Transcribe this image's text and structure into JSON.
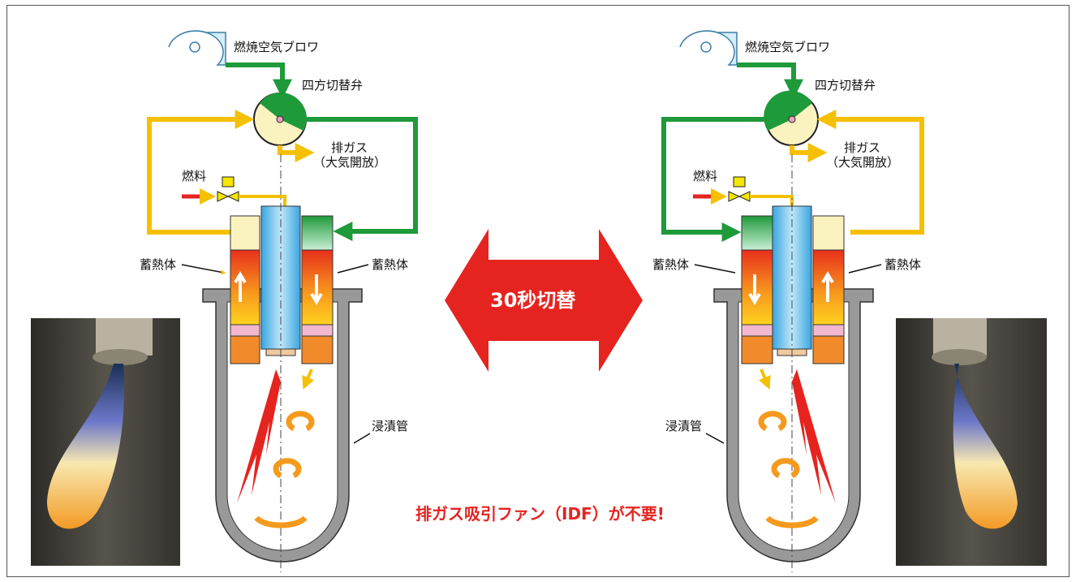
{
  "left": {
    "blower_label": "燃焼空気ブロワ",
    "valve_label": "四方切替弁",
    "exhaust_label_1": "排ガス",
    "exhaust_label_2": "（大気開放）",
    "fuel_label": "燃料",
    "regen_label_left": "蓄熱体",
    "regen_label_right": "蓄熱体",
    "tube_label": "浸漬管"
  },
  "right": {
    "blower_label": "燃焼空気ブロワ",
    "valve_label": "四方切替弁",
    "exhaust_label_1": "排ガス",
    "exhaust_label_2": "（大気開放）",
    "fuel_label": "燃料",
    "regen_label_left": "蓄熱体",
    "regen_label_right": "蓄熱体",
    "tube_label": "浸漬管"
  },
  "switch_label": "30秒切替",
  "note": "排ガス吸引ファン（IDF）が不要!",
  "colors": {
    "air_green": "#1f9a3a",
    "exhaust_yellow": "#f5c000",
    "highlight_red": "#e52420",
    "blower_blue": "#d7eef8",
    "burner_blue": "#3aa6e0"
  }
}
